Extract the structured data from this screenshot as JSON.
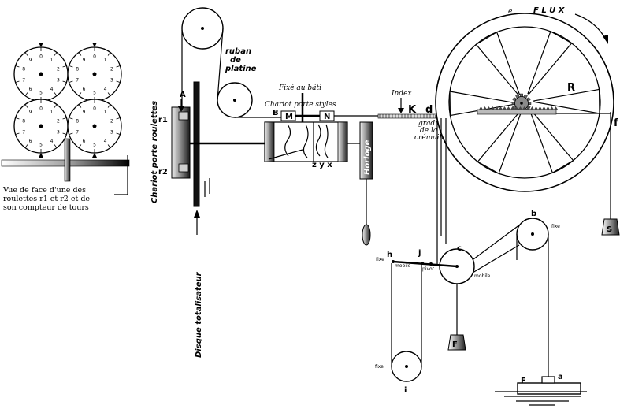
{
  "labels": {
    "flux": "F L U X",
    "e": "e",
    "R": "R",
    "d": "d",
    "f": "f",
    "S": "S",
    "index": "Index",
    "K": "K",
    "graduations": [
      "graduations",
      "de la",
      "crémaillère"
    ],
    "ruban": [
      "ruban",
      "de",
      "platine"
    ],
    "fixe_bati": "Fixé au bâti",
    "chariot_styles": "Chariot porte styles",
    "B": "B",
    "M": "M",
    "N": "N",
    "zyx": "z y x",
    "horloge": "Horloge",
    "A": "A",
    "r1": "r1",
    "r2": "r2",
    "chariot_roulettes": "Chariot porte roulettes",
    "disque_totalisateur": "Disque totalisateur",
    "caption": [
      "Vue de face d'une des",
      "roulettes r1 et r2 et de",
      "son compteur de tours"
    ],
    "h": "h",
    "j": "j",
    "c": "c",
    "b": "b",
    "i": "i",
    "a": "a",
    "F_vessel": "F",
    "F_weight": "F",
    "fixe": "fixe",
    "mobile": "mobile",
    "pivot": "pivot"
  },
  "dial_numbers": [
    "0",
    "1",
    "2",
    "3",
    "4",
    "5",
    "6",
    "7",
    "8",
    "9"
  ]
}
